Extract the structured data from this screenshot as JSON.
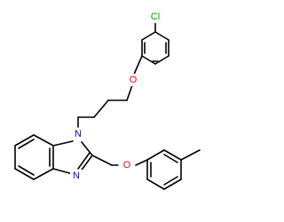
{
  "atoms": {
    "chlorine": {
      "label": "Cl",
      "color": "#00aa00"
    },
    "ether_o_upper": {
      "label": "O",
      "color": "#ff0000"
    },
    "ether_o_lower": {
      "label": "O",
      "color": "#ff0000"
    },
    "imidazole_n1": {
      "label": "N",
      "color": "#0000ff"
    },
    "imidazole_n3": {
      "label": "N",
      "color": "#0000ff"
    }
  },
  "colors": {
    "bond": "#000000",
    "background": "#ffffff"
  }
}
